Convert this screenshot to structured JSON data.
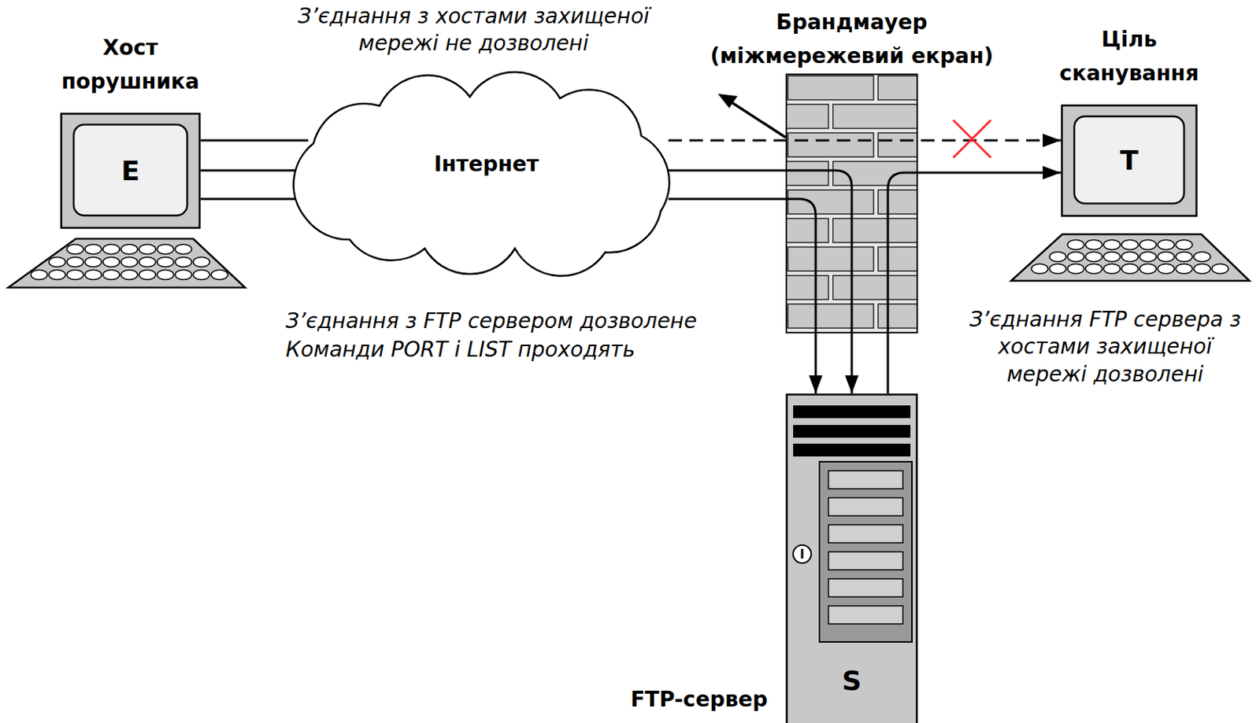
{
  "diagram": {
    "nodes": [
      {
        "text": [
          "Хост порушника",
          "E"
        ]
      },
      {
        "text": [
          "Інтернет"
        ]
      },
      {
        "text": [
          "Брандмауер (міжмережевий екран)"
        ]
      },
      {
        "text": [
          "Ціль сканування",
          "T"
        ]
      },
      {
        "text": [
          "FTP-сервер",
          "S"
        ]
      }
    ],
    "edges": [
      {
        "from": 0,
        "to": 1,
        "arrow": "none"
      },
      {
        "from": 0,
        "to": 1,
        "arrow": "none"
      },
      {
        "from": 0,
        "to": 1,
        "arrow": "none"
      },
      {
        "from": 1,
        "to": 3,
        "arrow": "to"
      },
      {
        "from": 1,
        "to": 4,
        "arrow": "to"
      },
      {
        "from": 1,
        "to": 4,
        "arrow": "to"
      },
      {
        "from": 4,
        "to": 3,
        "arrow": "to"
      }
    ],
    "labels": [
      "З’єднання з хостами захищеної мережі не дозволені",
      "З’єднання з FTP сервером дозволене",
      "Команди PORT і LIST проходять",
      "З’єднання FTP сервера з хостами захищеної мережі дозволені"
    ]
  }
}
